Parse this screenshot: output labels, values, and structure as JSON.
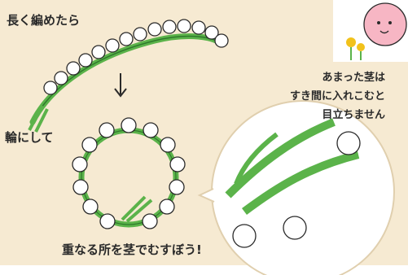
{
  "step1_text": "長く編めたら",
  "step2_text": "輪にして",
  "tip_lines": [
    "あまった茎は",
    "すき間に入れこむと",
    "目立ちません"
  ],
  "bottom_text": "重なる所を茎でむすぼう!",
  "colors": {
    "background": "#f6ead2",
    "stem": "#5bb34a",
    "stem_dark": "#2f7a2c",
    "flower": "#ffffff",
    "outline": "#2a2a2a",
    "character_pink": "#f7b6c4",
    "dandelion": "#f2c21b"
  }
}
